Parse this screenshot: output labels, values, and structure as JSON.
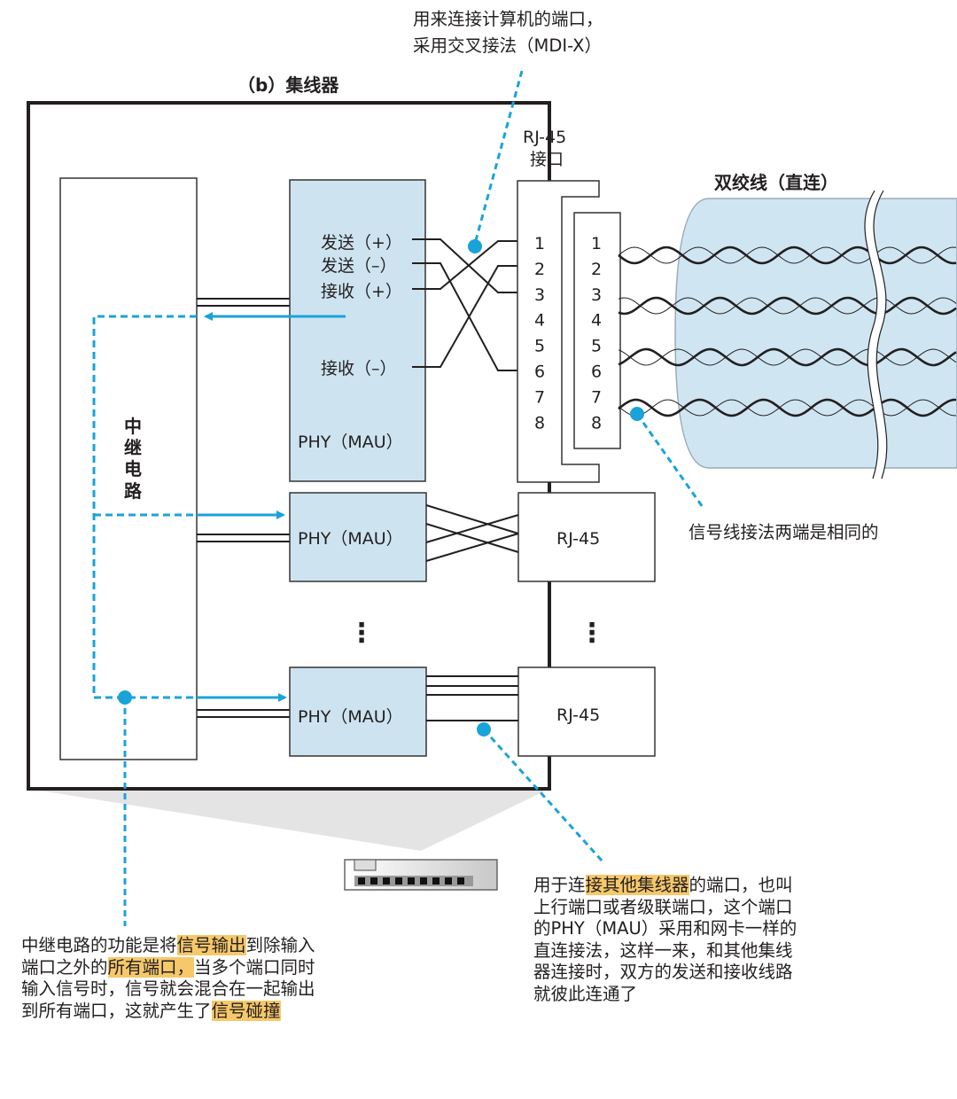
{
  "title": "（b）集线器",
  "colors": {
    "accent_blue": "#1aa3d9",
    "phy_fill": "#cde4f0",
    "cable_fill": "#cfe6f2",
    "highlight": "#f6c86a",
    "line": "#231f20"
  },
  "top_callout": {
    "line1": "用来连接计算机的端口，",
    "line2": "采用交叉接法（MDI-X）"
  },
  "rj45_port_label": {
    "line1": "RJ-45",
    "line2": "接口"
  },
  "repeater_label": [
    "中",
    "继",
    "电",
    "路"
  ],
  "phy_main": {
    "signals": [
      {
        "label": "发送（+）",
        "connects_to_pin": "3"
      },
      {
        "label": "发送（–）",
        "connects_to_pin": "6"
      },
      {
        "label": "接收（+）",
        "connects_to_pin": "1"
      },
      {
        "label": "接收（–）",
        "connects_to_pin": "2"
      }
    ],
    "name": "PHY（MAU）"
  },
  "hub_pins": [
    "1",
    "2",
    "3",
    "4",
    "5",
    "6",
    "7",
    "8"
  ],
  "plug_pins": [
    "1",
    "2",
    "3",
    "4",
    "5",
    "6",
    "7",
    "8"
  ],
  "cable_title": "双绞线（直连）",
  "cable_callout": "信号线接法两端是相同的",
  "port2": {
    "phy": "PHY（MAU）",
    "connector": "RJ-45",
    "wiring": "crossover"
  },
  "port3": {
    "phy": "PHY（MAU）",
    "connector": "RJ-45",
    "wiring": "straight"
  },
  "ellipsis": "⋮",
  "left_note": {
    "segments": [
      [
        {
          "t": "中继电路的功能是将"
        },
        {
          "t": "信号输出",
          "hl": true
        },
        {
          "t": "到除输入"
        }
      ],
      [
        {
          "t": "端口之外的"
        },
        {
          "t": "所有端口，",
          "hl": true
        },
        {
          "t": "当多个端口同时"
        }
      ],
      [
        {
          "t": "输入信号时，信号就会混合在一起输出"
        }
      ],
      [
        {
          "t": "到所有端口，这就产生了"
        },
        {
          "t": "信号碰撞",
          "hl": true
        }
      ]
    ]
  },
  "right_note": {
    "segments": [
      [
        {
          "t": "用于连"
        },
        {
          "t": "接其他集线器",
          "hl": true
        },
        {
          "t": "的端口，也叫"
        }
      ],
      [
        {
          "t": "上行端口或者级联端口，这个端口"
        }
      ],
      [
        {
          "t": "的PHY（MAU）采用和网卡一样的"
        }
      ],
      [
        {
          "t": "直连接法，这样一来，和其他集线"
        }
      ],
      [
        {
          "t": "器连接时，双方的发送和接收线路"
        }
      ],
      [
        {
          "t": "就彼此连通了"
        }
      ]
    ]
  },
  "device_icon": {
    "port_count": 9
  }
}
